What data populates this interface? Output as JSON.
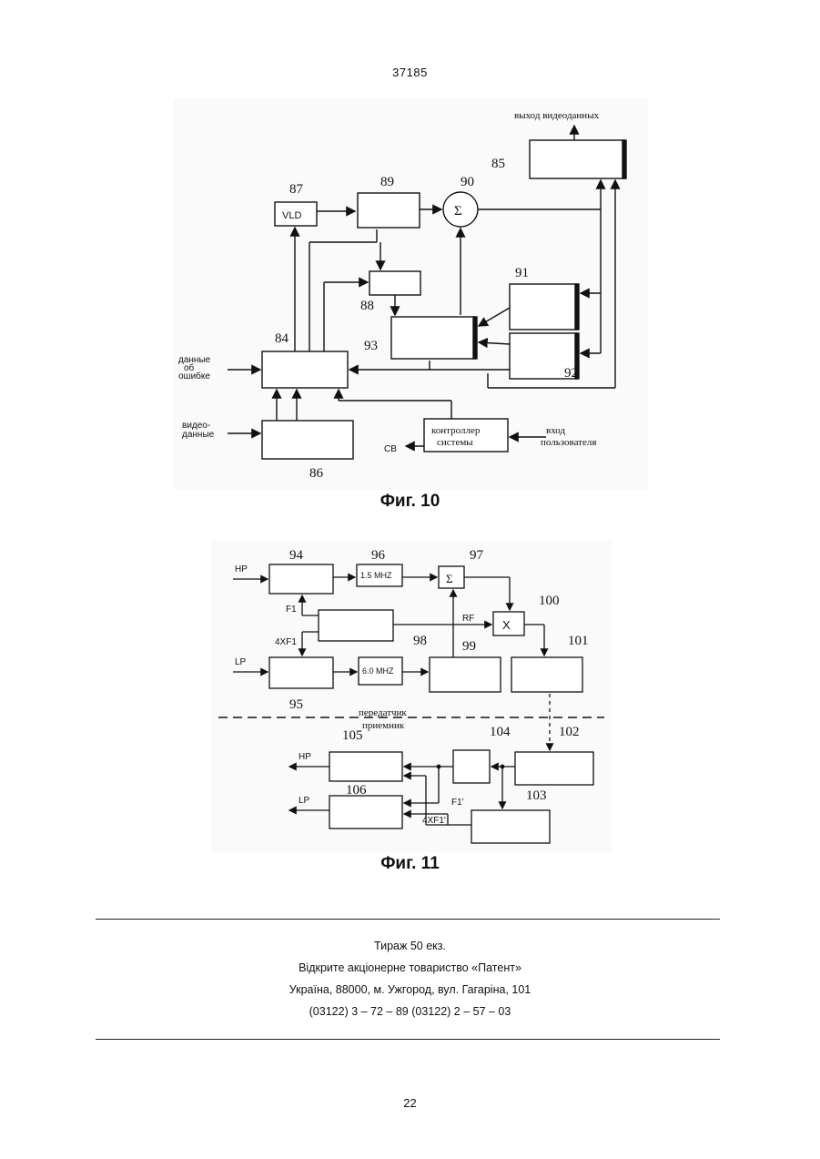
{
  "document": {
    "page_header": "37185",
    "page_number": "22"
  },
  "fig10": {
    "caption": "Фиг. 10",
    "labels": {
      "video_out": "выход видеоданных",
      "vld": "VLD",
      "sigma": "Σ",
      "error_in_1": "данные",
      "error_in_2": "об",
      "error_in_3": "ошибке",
      "video_in_1": "видео-",
      "video_in_2": "данные",
      "ctrl_1": "контроллер",
      "ctrl_2": "системы",
      "user_in_1": "вход",
      "user_in_2": "пользователя",
      "cb": "СВ"
    },
    "blocks": [
      "85",
      "87",
      "89",
      "90",
      "88",
      "91",
      "84",
      "93",
      "92",
      "86"
    ]
  },
  "fig11": {
    "caption": "Фиг. 11",
    "labels": {
      "hp_in": "HP",
      "lp_in": "LP",
      "hp_out": "HP",
      "lp_out": "LP",
      "f1": "F1",
      "f1p": "F1'",
      "x4f1": "4XF1",
      "x4f1p": "4XF1'",
      "rf": "RF",
      "mhz15": "1.5 MHZ",
      "mhz60": "6.0 MHZ",
      "sigma": "Σ",
      "mult": "X",
      "tx": "передатчик",
      "rx": "приемник"
    },
    "blocks": [
      "94",
      "96",
      "97",
      "100",
      "98",
      "99",
      "101",
      "95",
      "105",
      "104",
      "102",
      "106",
      "103"
    ]
  },
  "publisher": {
    "line1": "Тираж 50 екз.",
    "line2": "Відкрите акціонерне товариство «Патент»",
    "line3": "Україна, 88000, м. Ужгород, вул. Гагаріна, 101",
    "line4": "(03122) 3 – 72 – 89   (03122) 2 – 57 – 03"
  }
}
